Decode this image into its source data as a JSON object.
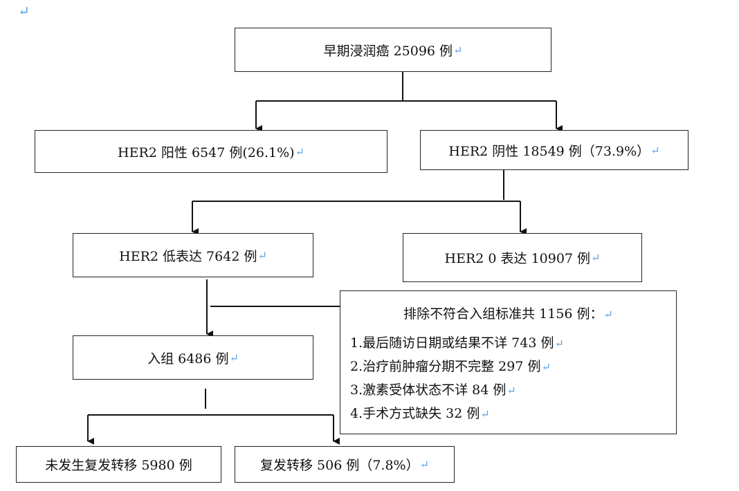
{
  "paragraph_mark": "↵",
  "nodes": {
    "total": "早期浸润癌 25096 例",
    "her2_positive": "HER2 阳性 6547 例(26.1%)",
    "her2_negative": "HER2 阴性 18549 例（73.9%）",
    "her2_low": "HER2 低表达 7642 例",
    "her2_zero": "HER2  0 表达  10907 例",
    "enrolled": "入组 6486 例",
    "no_recurrence": "未发生复发转移  5980  例",
    "recurrence": "复发转移 506 例（7.8%）"
  },
  "exclusion": {
    "title": "排除不符合入组标准共 1156 例：",
    "items": [
      "1.最后随访日期或结果不详 743 例",
      "2.治疗前肿瘤分期不完整 297 例",
      "3.激素受体状态不详 84 例",
      "4.手术方式缺失 32 例"
    ]
  }
}
